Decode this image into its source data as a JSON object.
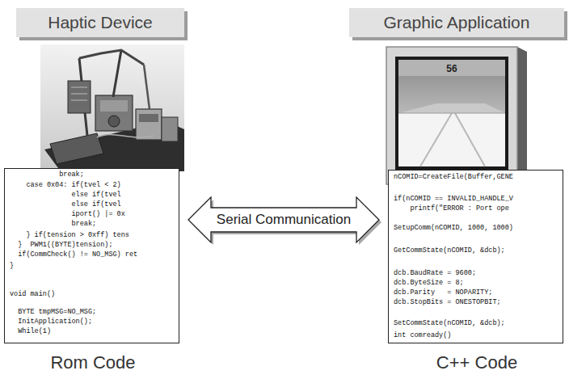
{
  "diagram": {
    "nodes": [
      {
        "text": [
          "Haptic Device"
        ]
      },
      {
        "text": [
          "Graphic Application"
        ]
      },
      {
        "text": [
          "            break;",
          "    case 0x04: if(tvel < 2)",
          "               else if(tvel",
          "               else if(tvel",
          "               iport() |= 0x",
          "               break;",
          "    } if(tension > 0xff) tens",
          "  }  PWM1((BYTE)tension);",
          "  if(CommCheck() != NO_MSG) ret",
          "}",
          "void main()",
          "  BYTE tmpMSG=NO_MSG;",
          "  InitApplication();",
          "  While(1)"
        ]
      },
      {
        "text": [
          "nCOMID=CreateFile(Buffer,GENE",
          "if(nCOMID == INVALID_HANDLE_V",
          "    printf(\"ERROR : Port ope",
          "SetupComm(nCOMID, 1000, 1000)",
          "GetCommState(nCOMID, &dcb);",
          "dcb.BaudRate = 9600;",
          "dcb.ByteSize = 8;",
          "dcb.Parity   = NOPARITY;",
          "dcb.StopBits = ONESTOPBIT;",
          "SetCommState(nCOMID, &dcb);",
          "int comready()"
        ]
      }
    ],
    "edges": [
      {
        "from": 2,
        "to": 3,
        "label": "Serial Communication",
        "arrow": "both"
      }
    ],
    "labels": [
      "56",
      "Rom Code",
      "C++ Code"
    ]
  }
}
